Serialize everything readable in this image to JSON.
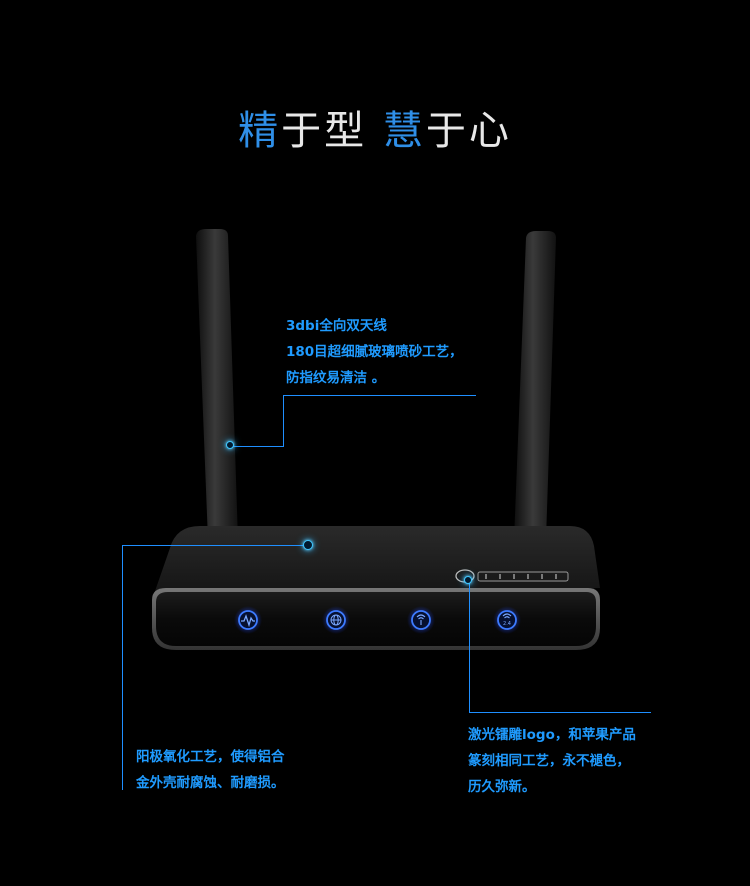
{
  "headline": {
    "part1_highlight": "精",
    "part1_rest": "于型 ",
    "part2_highlight": "慧",
    "part2_rest": "于心"
  },
  "callout_antenna": {
    "lines": [
      "3dbi全向双天线",
      "180目超细腻玻璃喷砂工艺，",
      "防指纹易清洁 。"
    ]
  },
  "callout_body": {
    "lines": [
      "阳极氧化工艺，使得铝合",
      "金外壳耐腐蚀、耐磨损。"
    ]
  },
  "callout_logo": {
    "lines": [
      "激光镭雕logo，和苹果产品",
      "篆刻相同工艺，永不褪色，",
      "历久弥新。"
    ]
  },
  "device": {
    "led_icons": [
      "pulse-icon",
      "globe-icon",
      "wifi-icon",
      "wifi-24-icon"
    ],
    "led_24_label": "2.4",
    "led_color": "#2f6bff",
    "accent_color": "#1f9bff"
  }
}
